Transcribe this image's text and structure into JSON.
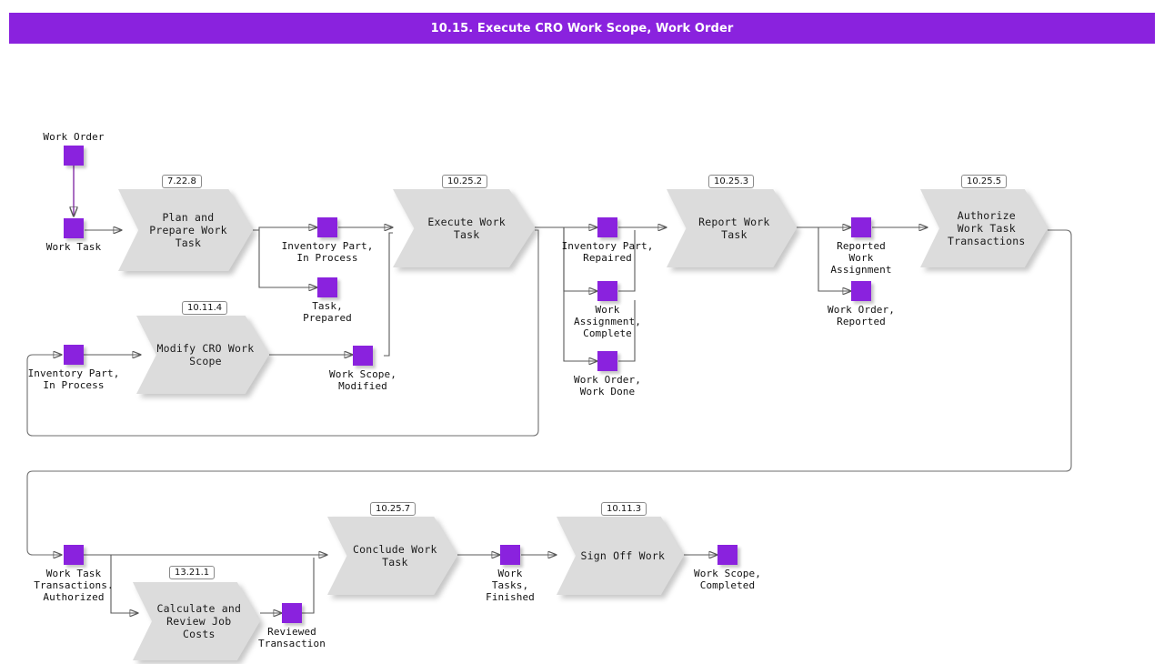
{
  "title": "10.15. Execute CRO Work Scope, Work Order",
  "colors": {
    "brand": "#8A22DE",
    "activity_fill": "#DCDCDC",
    "connector": "#5A5A5A",
    "title_text": "#FFFFFF"
  },
  "activities": [
    {
      "id": "plan-and-prepare-work-task",
      "badge": "7.22.8",
      "label": "Plan and\nPrepare Work\nTask"
    },
    {
      "id": "modify-cro-work-scope",
      "badge": "10.11.4",
      "label": "Modify CRO Work\nScope"
    },
    {
      "id": "execute-work-task",
      "badge": "10.25.2",
      "label": "Execute Work\nTask"
    },
    {
      "id": "report-work-task",
      "badge": "10.25.3",
      "label": "Report Work\nTask"
    },
    {
      "id": "authorize-work-task-transactions",
      "badge": "10.25.5",
      "label": "Authorize\nWork Task\nTransactions"
    },
    {
      "id": "calculate-and-review-job-costs",
      "badge": "13.21.1",
      "label": "Calculate and\nReview Job\nCosts"
    },
    {
      "id": "conclude-work-task",
      "badge": "10.25.7",
      "label": "Conclude Work\nTask"
    },
    {
      "id": "sign-off-work",
      "badge": "10.11.3",
      "label": "Sign Off Work"
    }
  ],
  "nodes": [
    {
      "id": "work-order",
      "label": "Work Order"
    },
    {
      "id": "work-task",
      "label": "Work Task"
    },
    {
      "id": "inventory-part-in-process-top",
      "label": "Inventory Part,\nIn Process"
    },
    {
      "id": "task-prepared",
      "label": "Task,\nPrepared"
    },
    {
      "id": "inventory-part-in-process-left",
      "label": "Inventory Part,\nIn Process"
    },
    {
      "id": "work-scope-modified",
      "label": "Work Scope,\nModified"
    },
    {
      "id": "inventory-part-repaired",
      "label": "Inventory Part,\nRepaired"
    },
    {
      "id": "work-assignment-complete",
      "label": "Work\nAssignment,\nComplete"
    },
    {
      "id": "work-order-work-done",
      "label": "Work Order,\nWork Done"
    },
    {
      "id": "reported-work-assignment",
      "label": "Reported\nWork\nAssignment"
    },
    {
      "id": "work-order-reported",
      "label": "Work Order,\nReported"
    },
    {
      "id": "work-task-transactions-authorized",
      "label": "Work Task\nTransactions.\nAuthorized"
    },
    {
      "id": "reviewed-transaction",
      "label": "Reviewed\nTransaction"
    },
    {
      "id": "work-tasks-finished",
      "label": "Work\nTasks,\nFinished"
    },
    {
      "id": "work-scope-completed",
      "label": "Work Scope,\nCompleted"
    }
  ]
}
